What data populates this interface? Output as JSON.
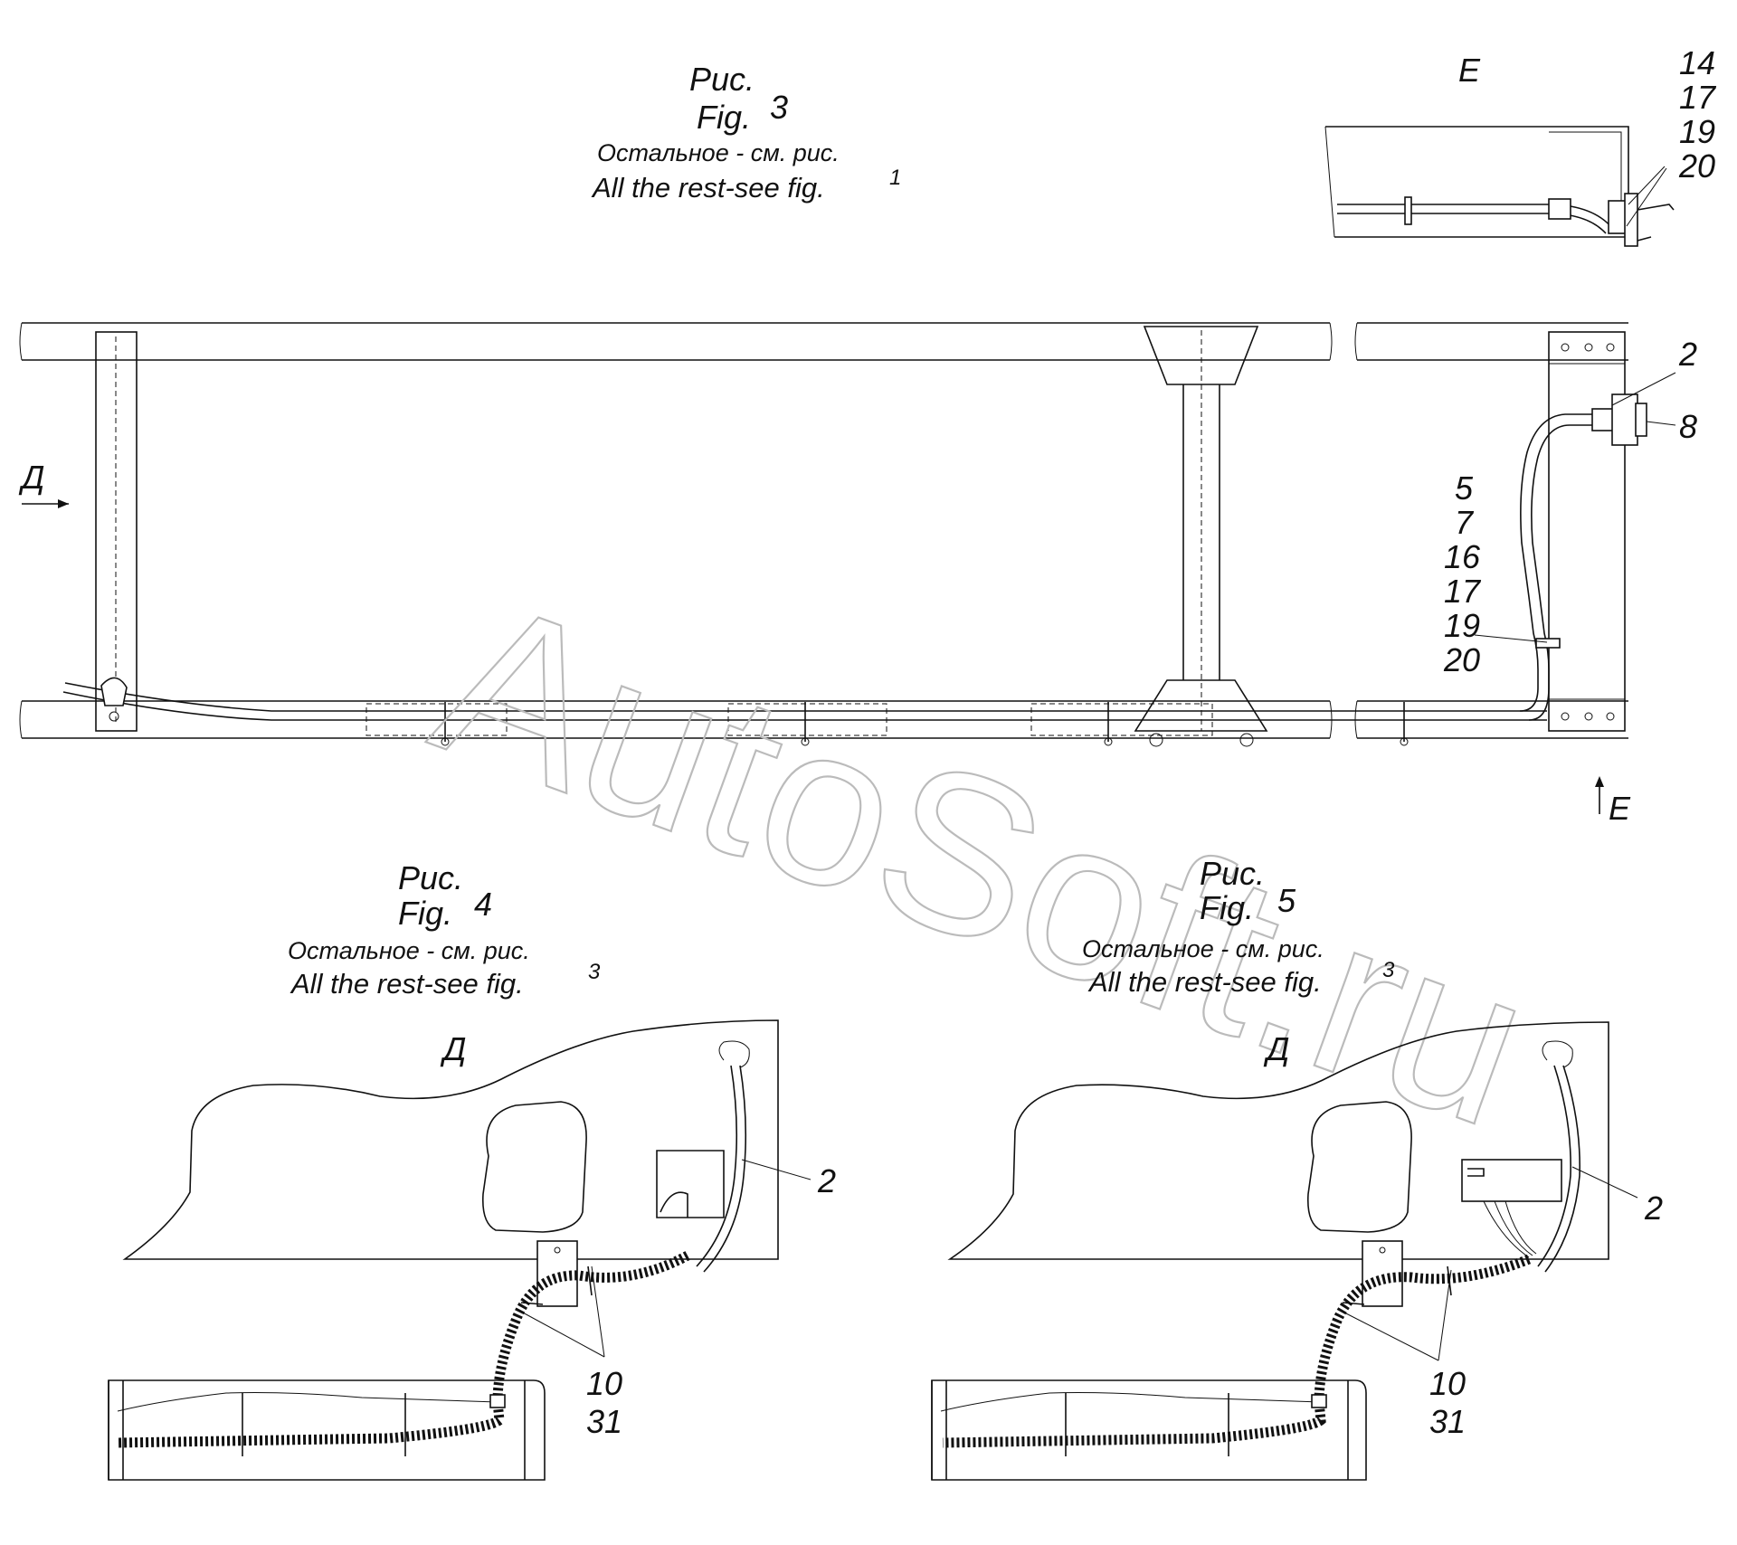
{
  "watermark": "AutoSoft.ru",
  "figure_main": {
    "ru_label": "Рис.",
    "en_label": "Fig.",
    "number": "3",
    "rest_ru": "Остальное - см. рис.",
    "rest_en": "All the rest-see fig.",
    "rest_ref": "1"
  },
  "view_e": {
    "title": "Е",
    "callouts": [
      "14",
      "17",
      "19",
      "20"
    ]
  },
  "frame": {
    "view_d_label": "Д",
    "view_e_label": "Е",
    "callout_top": "2",
    "callout_connector": "8",
    "callouts_side": [
      "5",
      "7",
      "16",
      "17",
      "19",
      "20"
    ]
  },
  "figure_4": {
    "ru_label": "Рис.",
    "en_label": "Fig.",
    "number": "4",
    "rest_ru": "Остальное - см. рис.",
    "rest_en": "All the rest-see fig.",
    "rest_ref": "3",
    "view_label": "Д",
    "callout_cable": "2",
    "callouts_clamp": [
      "10",
      "31"
    ]
  },
  "figure_5": {
    "ru_label": "Рис.",
    "en_label": "Fig.",
    "number": "5",
    "rest_ru": "Остальное - см. рис.",
    "rest_en": "All the rest-see fig.",
    "rest_ref": "3",
    "view_label": "Д",
    "callout_cable": "2",
    "callouts_clamp": [
      "10",
      "31"
    ]
  }
}
